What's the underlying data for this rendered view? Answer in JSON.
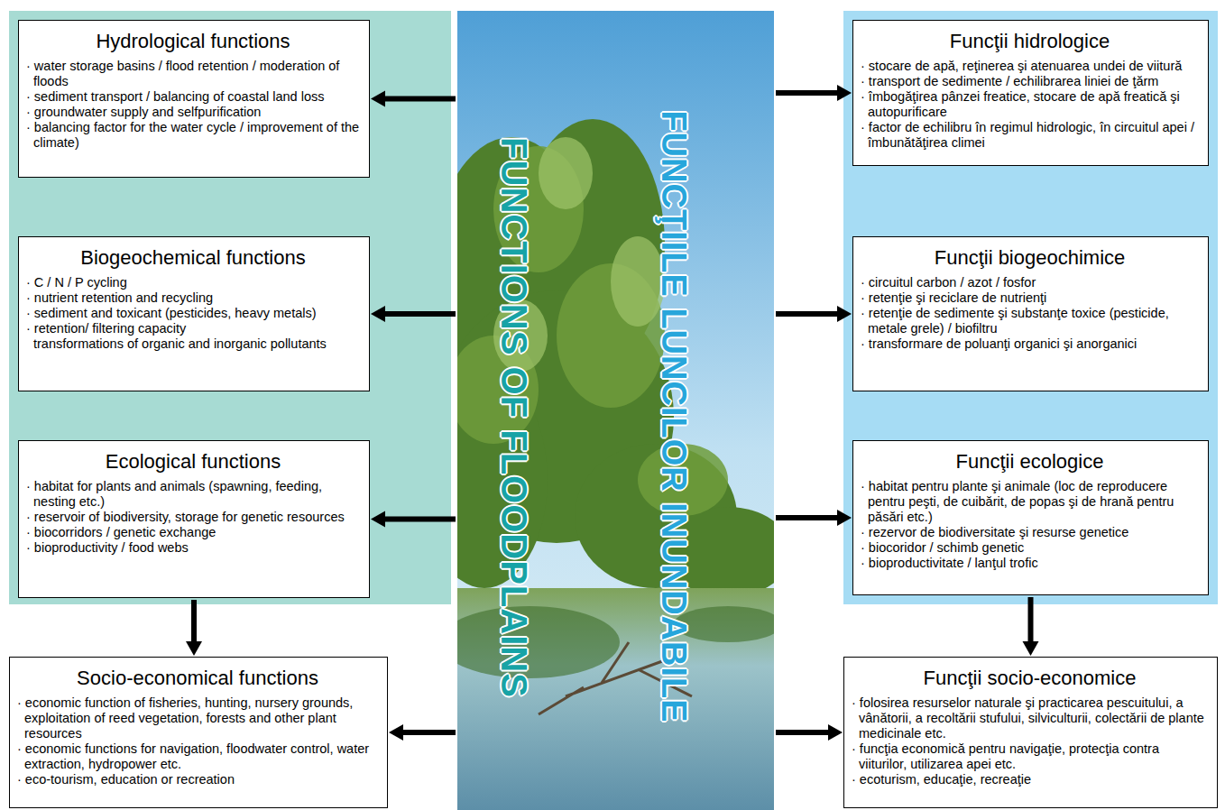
{
  "diagram": {
    "nodes": [
      {
        "text": [
          "FUNCTIONS OF FLOODPLAINS",
          "FUNCŢIILE LUNCILOR INUNDABILE"
        ]
      },
      {
        "text": [
          "Hydrological functions",
          "· water storage basins / flood retention / moderation of floods",
          "· sediment transport / balancing of coastal land loss",
          "· groundwater supply and selfpurification",
          "· balancing factor for the water cycle / improvement of the climate)"
        ]
      },
      {
        "text": [
          "Biogeochemical functions",
          "· C / N / P cycling",
          "· nutrient retention and recycling",
          "· sediment and toxicant (pesticides, heavy metals)",
          "· retention/ filtering capacity",
          "transformations of organic and inorganic pollutants"
        ]
      },
      {
        "text": [
          "Ecological functions",
          "· habitat for plants and animals (spawning, feeding, nesting etc.)",
          "· reservoir of biodiversity, storage for genetic resources",
          "· biocorridors / genetic exchange",
          "· bioproductivity / food webs"
        ]
      },
      {
        "text": [
          "Socio-economical functions",
          "· economic function of fisheries, hunting, nursery grounds, exploitation of reed vegetation, forests and other plant resources",
          "· economic functions for navigation, floodwater control, water extraction, hydropower etc.",
          "· eco-tourism, education or recreation"
        ]
      },
      {
        "text": [
          "Funcţii hidrologice",
          "· stocare de apă, reţinerea şi atenuarea undei de viitură",
          "· transport de sedimente / echilibrarea liniei de ţărm",
          "· îmbogăţirea pânzei freatice, stocare de apă freatică şi autopurificare",
          "· factor de echilibru în regimul hidrologic, în circuitul apei / îmbunătăţirea climei"
        ]
      },
      {
        "text": [
          "Funcţii biogeochimice",
          "· circuitul carbon / azot / fosfor",
          "· retenţie şi reciclare de nutrienţi",
          "· retenţie de sedimente şi substanţe toxice (pesticide, metale grele) / biofiltru",
          "· transformare de poluanţi organici şi anorganici"
        ]
      },
      {
        "text": [
          "Funcţii ecologice",
          "· habitat pentru plante şi animale (loc de reproducere pentru peşti, de cuibărit, de popas şi de hrană pentru păsări etc.)",
          "· rezervor de biodiversitate şi resurse genetice",
          "· biocoridor / schimb genetic",
          "· bioproductivitate / lanţul trofic"
        ]
      },
      {
        "text": [
          "Funcţii socio-economice",
          "· folosirea resurselor naturale şi practicarea pescuitului, a vânătorii, a recoltării stufului, silviculturii, colectării de plante medicinale etc.",
          "· funcţia economică pentru navigaţie, protecţia contra viiturilor, utilizarea apei etc.",
          "· ecoturism, educaţie, recreaţie"
        ]
      }
    ],
    "edges": [
      {
        "from": 0,
        "to": 1,
        "arrow": "to"
      },
      {
        "from": 0,
        "to": 2,
        "arrow": "to"
      },
      {
        "from": 0,
        "to": 3,
        "arrow": "to"
      },
      {
        "from": 0,
        "to": 4,
        "arrow": "to"
      },
      {
        "from": 0,
        "to": 5,
        "arrow": "to"
      },
      {
        "from": 0,
        "to": 6,
        "arrow": "to"
      },
      {
        "from": 0,
        "to": 7,
        "arrow": "to"
      },
      {
        "from": 0,
        "to": 8,
        "arrow": "to"
      },
      {
        "from": 3,
        "to": 4,
        "arrow": "to"
      },
      {
        "from": 7,
        "to": 8,
        "arrow": "to"
      }
    ]
  }
}
